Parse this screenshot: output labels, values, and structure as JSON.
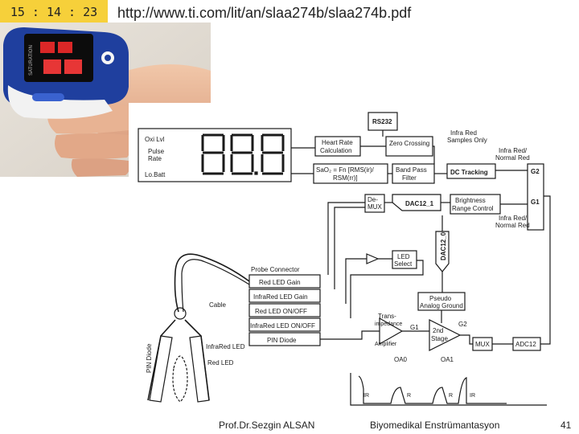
{
  "slide": {
    "clock": "15 : 14 : 23",
    "url": "http://www.ti.com/lit/an/slaa274b/slaa274b.pdf",
    "author": "Prof.Dr.Sezgin ALSAN",
    "course": "Biyomedikal Enstrümantasyon",
    "page": "41"
  },
  "photo": {
    "device_label": "SATURATION"
  },
  "diagram": {
    "display": {
      "ox_lvl": "Oxi Lvl",
      "pulse": "Pulse",
      "rate": "Rate",
      "lobatt": "Lo.Batt"
    },
    "blocks": {
      "rs232": "RS232",
      "hr_calc_1": "Heart Rate",
      "hr_calc_2": "Calculation",
      "zero_crossing": "Zero Crossing",
      "ir_samples_1": "Infra Red",
      "ir_samples_2": "Samples Only",
      "sao2_1": "SaO₂ = Fn [RMS(ir)/",
      "sao2_2": "RSM(rr)]",
      "bpf_1": "Band Pass",
      "bpf_2": "Filter",
      "dc_tracking": "DC Tracking",
      "irr_top_1": "Infra Red/",
      "irr_top_2": "Normal Red",
      "g2_right": "G2",
      "demux_1": "De-",
      "demux_2": "MUX",
      "dac12_1": "DAC12_1",
      "brightness_1": "Brightness",
      "brightness_2": "Range Control",
      "g1_right": "G1",
      "irr_bot_1": "Infra Red/",
      "irr_bot_2": "Normal Red",
      "dac12_0": "DAC12_0",
      "led_select_1": "LED",
      "led_select_2": "Select",
      "probe_connector": "Probe Connector",
      "red_led_gain": "Red LED Gain",
      "ir_led_gain": "InfraRed LED Gain",
      "red_led_onoff": "Red LED ON/OFF",
      "ir_led_onoff": "InfraRed LED ON/OFF",
      "pin_diode": "PIN Diode",
      "cable": "Cable",
      "pseudo_1": "Pseudo",
      "pseudo_2": "Analog Ground",
      "tia_1": "Trans-",
      "tia_2": "impedance",
      "tia_3": "Amplifier",
      "g1_amp": "G1",
      "stage2_1": "2nd",
      "stage2_2": "Stage",
      "g2_amp": "G2",
      "oa0": "OA0",
      "oa1": "OA1",
      "mux": "MUX",
      "adc12": "ADC12",
      "pin_diode_vert": "PIN Diode",
      "infrared_led": "InfraRed LED",
      "red_led": "Red LED",
      "wave_ir1": "IR",
      "wave_r1": "R",
      "wave_r2": "R",
      "wave_ir2": "IR"
    }
  }
}
